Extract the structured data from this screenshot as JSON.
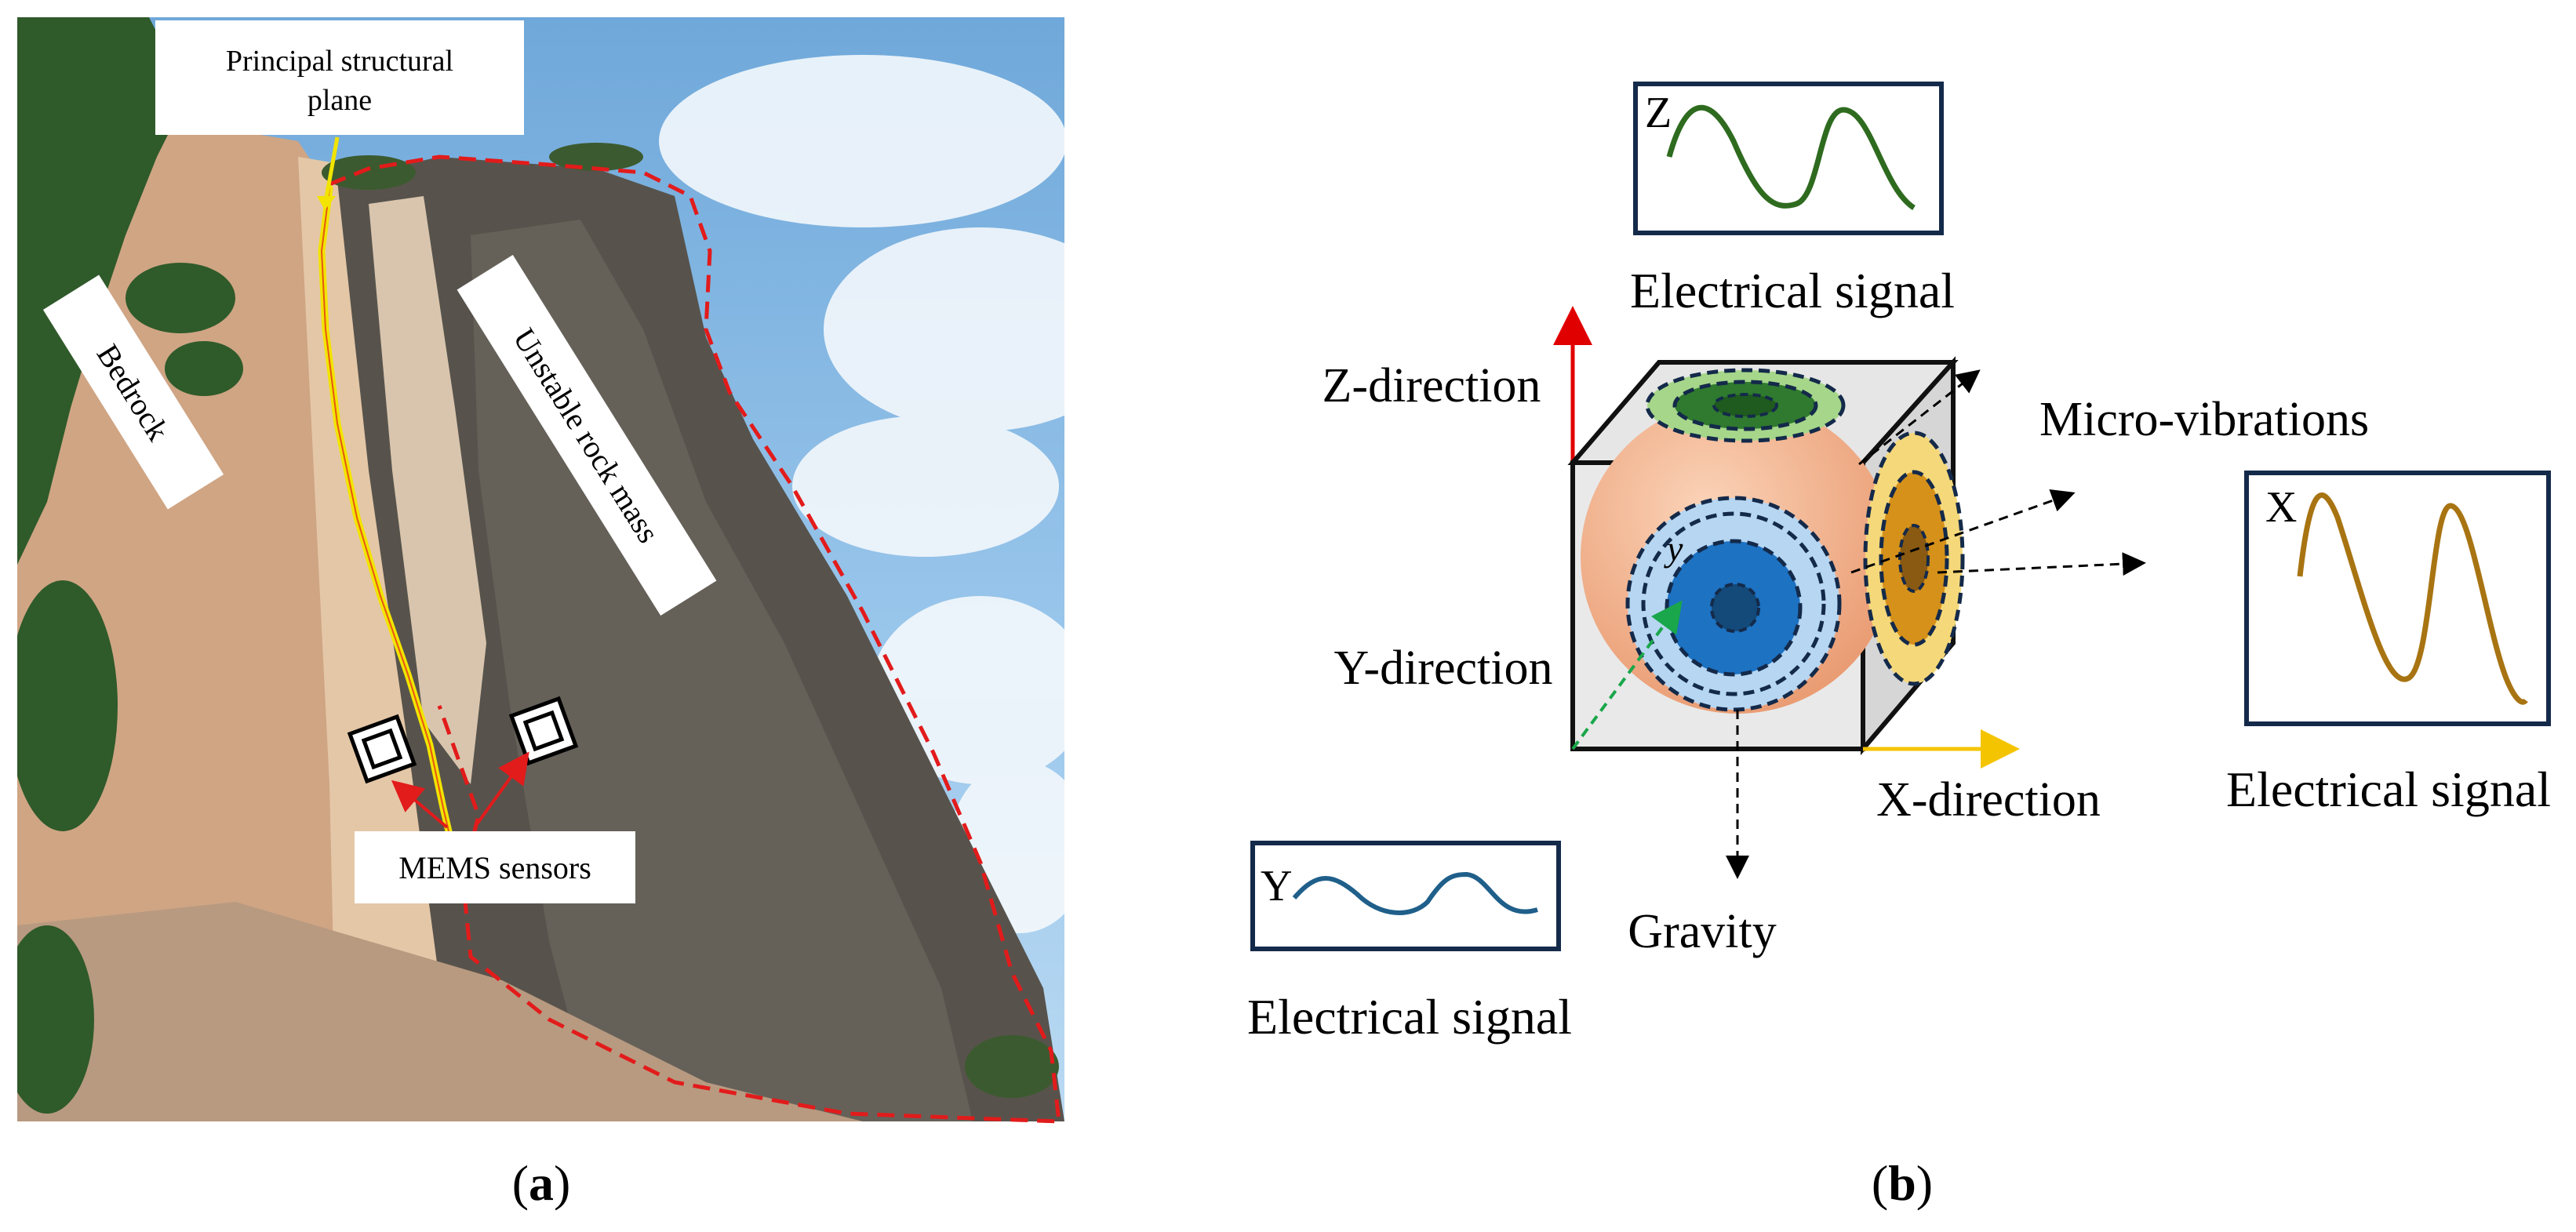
{
  "panel_a": {
    "caption_open": "(",
    "caption_letter": "a",
    "caption_close": ")",
    "labels": {
      "principal_plane_line1": "Principal structural",
      "principal_plane_line2": "plane",
      "bedrock": "Bedrock",
      "unstable_mass": "Unstable rock mass",
      "mems_sensors": "MEMS sensors"
    },
    "colors": {
      "structural_plane": "#f2e400",
      "boundary": "#e21b1b",
      "arrow": "#e21b1b",
      "sky": "#8cc0e6",
      "rock_light": "#d4b08c",
      "rock_dark": "#4a4640",
      "vegetation": "#2f5a2a"
    }
  },
  "panel_b": {
    "caption_open": "(",
    "caption_letter": "b",
    "caption_close": ")",
    "labels": {
      "z_direction": "Z-direction",
      "y_direction": "Y-direction",
      "x_direction": "X-direction",
      "gravity": "Gravity",
      "micro_vibrations": "Micro-vibrations",
      "signal_z": "Electrical signal",
      "signal_x": "Electrical signal",
      "signal_y": "Electrical signal",
      "axis_z": "Z",
      "axis_x": "X",
      "axis_y": "Y",
      "inner_y": "y"
    },
    "colors": {
      "z_axis": "#e00000",
      "x_axis": "#f5c400",
      "y_axis": "#1aa64a",
      "z_wave": "#2e6b1f",
      "x_wave": "#a87412",
      "y_wave": "#1f5f8a",
      "sphere": "#f2b08c",
      "box_border": "#142a4a"
    }
  }
}
